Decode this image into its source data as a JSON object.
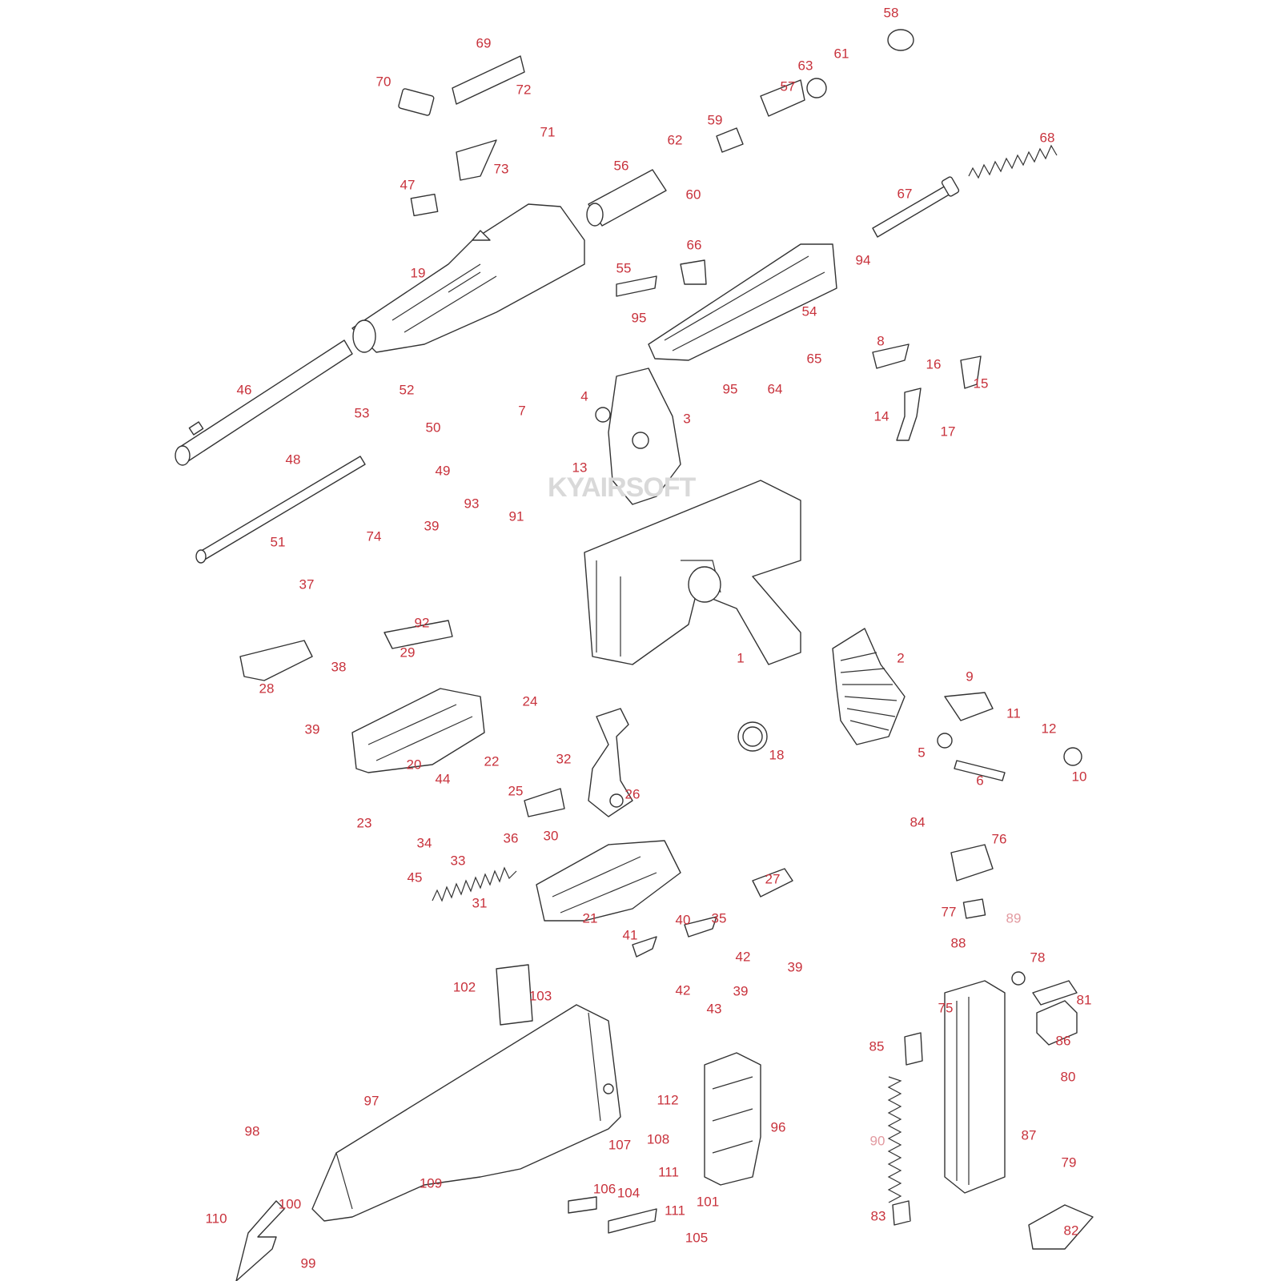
{
  "watermark": "KYAIRSOFT",
  "colors": {
    "label": "#c8323c",
    "line": "#333333",
    "background": "#ffffff"
  },
  "part_labels": [
    "1",
    "2",
    "3",
    "4",
    "5",
    "6",
    "7",
    "8",
    "9",
    "10",
    "11",
    "12",
    "13",
    "14",
    "15",
    "16",
    "17",
    "18",
    "19",
    "20",
    "21",
    "22",
    "23",
    "24",
    "25",
    "26",
    "27",
    "28",
    "29",
    "30",
    "31",
    "32",
    "33",
    "34",
    "35",
    "36",
    "37",
    "38",
    "39",
    "39",
    "39",
    "39",
    "40",
    "41",
    "42",
    "42",
    "43",
    "44",
    "45",
    "46",
    "47",
    "48",
    "49",
    "50",
    "51",
    "52",
    "53",
    "54",
    "55",
    "56",
    "57",
    "58",
    "59",
    "60",
    "61",
    "62",
    "63",
    "64",
    "65",
    "66",
    "67",
    "68",
    "69",
    "70",
    "71",
    "72",
    "73",
    "74",
    "75",
    "76",
    "77",
    "78",
    "79",
    "80",
    "81",
    "82",
    "83",
    "84",
    "85",
    "86",
    "87",
    "88",
    "89",
    "90",
    "91",
    "92",
    "93",
    "94",
    "95",
    "95",
    "96",
    "97",
    "98",
    "99",
    "100",
    "101",
    "102",
    "103",
    "104",
    "105",
    "106",
    "107",
    "108",
    "109",
    "110",
    "111",
    "111",
    "112"
  ]
}
